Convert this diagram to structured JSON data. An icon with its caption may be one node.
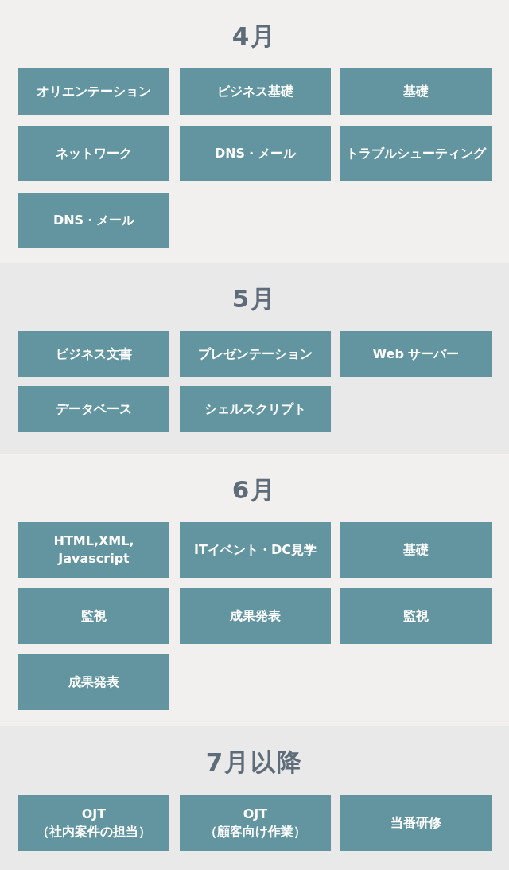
{
  "diagram": {
    "nodes": [
      {
        "text": [
          "4月"
        ]
      },
      {
        "text": [
          "オリエンテーション"
        ],
        "in": 0
      },
      {
        "text": [
          "ビジネス基礎"
        ],
        "in": 0
      },
      {
        "text": [
          "基礎"
        ],
        "in": 0
      },
      {
        "text": [
          "ネットワーク"
        ],
        "in": 0
      },
      {
        "text": [
          "DNS・メール"
        ],
        "in": 0
      },
      {
        "text": [
          "トラブルシューティング"
        ],
        "in": 0
      },
      {
        "text": [
          "DNS・メール"
        ],
        "in": 0
      },
      {
        "text": [
          "5月"
        ]
      },
      {
        "text": [
          "ビジネス文書"
        ],
        "in": 8
      },
      {
        "text": [
          "プレゼンテーション"
        ],
        "in": 8
      },
      {
        "text": [
          "Web サーバー"
        ],
        "in": 8
      },
      {
        "text": [
          "データベース"
        ],
        "in": 8
      },
      {
        "text": [
          "シェルスクリプト"
        ],
        "in": 8
      },
      {
        "text": [
          "6月"
        ]
      },
      {
        "text": [
          "HTML,XML, Javascript"
        ],
        "in": 14
      },
      {
        "text": [
          "ITイベント・DC見学"
        ],
        "in": 14
      },
      {
        "text": [
          "基礎"
        ],
        "in": 14
      },
      {
        "text": [
          "監視"
        ],
        "in": 14
      },
      {
        "text": [
          "成果発表"
        ],
        "in": 14
      },
      {
        "text": [
          "監視"
        ],
        "in": 14
      },
      {
        "text": [
          "成果発表"
        ],
        "in": 14
      },
      {
        "text": [
          "7月以降"
        ]
      },
      {
        "text": [
          "OJT（社内案件の担当）"
        ],
        "in": 22
      },
      {
        "text": [
          "OJT（顧客向け作業）"
        ],
        "in": 22
      },
      {
        "text": [
          "当番研修"
        ],
        "in": 22
      }
    ]
  }
}
